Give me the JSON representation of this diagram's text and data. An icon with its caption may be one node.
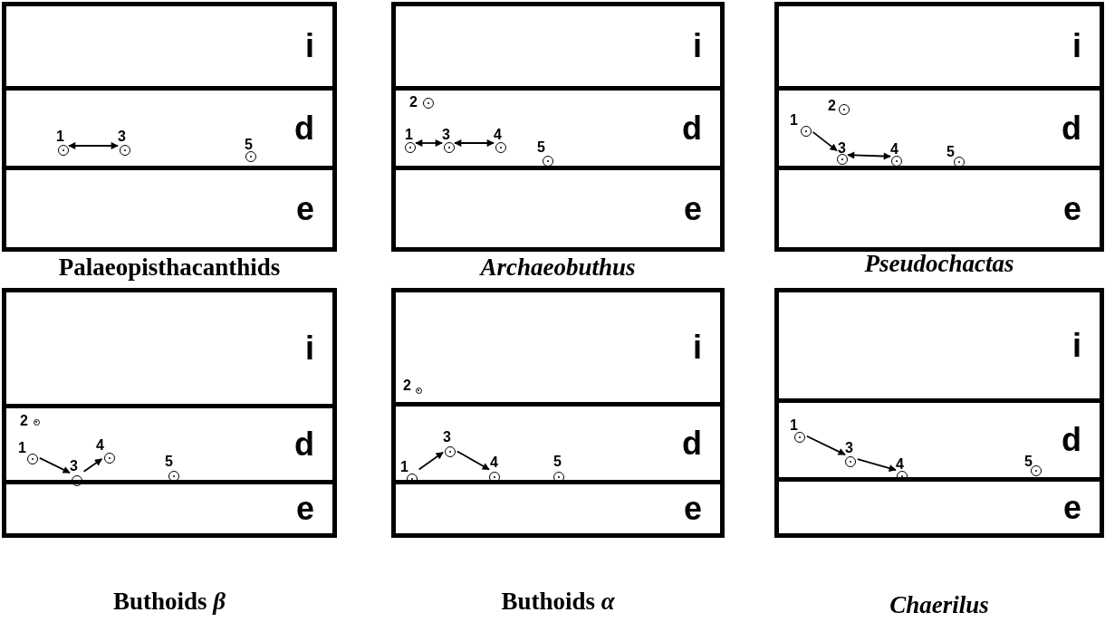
{
  "diagram": {
    "nodes": [
      {
        "text": [
          "Palaeopisthacanthids"
        ]
      },
      {
        "text": [
          "i"
        ],
        "in": 0
      },
      {
        "text": [
          "d"
        ],
        "in": 0
      },
      {
        "text": [
          "e"
        ],
        "in": 0
      },
      {
        "text": [
          "1"
        ],
        "in": 2
      },
      {
        "text": [
          "3"
        ],
        "in": 2
      },
      {
        "text": [
          "5"
        ],
        "in": 2
      },
      {
        "text": [
          "Archaeobuthus"
        ]
      },
      {
        "text": [
          "i"
        ],
        "in": 7
      },
      {
        "text": [
          "d"
        ],
        "in": 7
      },
      {
        "text": [
          "e"
        ],
        "in": 7
      },
      {
        "text": [
          "2"
        ],
        "in": 9
      },
      {
        "text": [
          "1"
        ],
        "in": 9
      },
      {
        "text": [
          "3"
        ],
        "in": 9
      },
      {
        "text": [
          "4"
        ],
        "in": 9
      },
      {
        "text": [
          "5"
        ],
        "in": 9
      },
      {
        "text": [
          "Pseudochactas"
        ]
      },
      {
        "text": [
          "i"
        ],
        "in": 16
      },
      {
        "text": [
          "d"
        ],
        "in": 16
      },
      {
        "text": [
          "e"
        ],
        "in": 16
      },
      {
        "text": [
          "2"
        ],
        "in": 18
      },
      {
        "text": [
          "1"
        ],
        "in": 18
      },
      {
        "text": [
          "3"
        ],
        "in": 18
      },
      {
        "text": [
          "4"
        ],
        "in": 18
      },
      {
        "text": [
          "5"
        ],
        "in": 18
      },
      {
        "text": [
          "Buthoids *β*"
        ]
      },
      {
        "text": [
          "i"
        ],
        "in": 25
      },
      {
        "text": [
          "d"
        ],
        "in": 25
      },
      {
        "text": [
          "e"
        ],
        "in": 25
      },
      {
        "text": [
          "2"
        ],
        "in": 27
      },
      {
        "text": [
          "1"
        ],
        "in": 27
      },
      {
        "text": [
          "3"
        ],
        "in": 27
      },
      {
        "text": [
          "4"
        ],
        "in": 27
      },
      {
        "text": [
          "5"
        ],
        "in": 27
      },
      {
        "text": [
          "Buthoids *α*"
        ]
      },
      {
        "text": [
          "i"
        ],
        "in": 34
      },
      {
        "text": [
          "d"
        ],
        "in": 34
      },
      {
        "text": [
          "e"
        ],
        "in": 34
      },
      {
        "text": [
          "2"
        ],
        "in": 35
      },
      {
        "text": [
          "1"
        ],
        "in": 36
      },
      {
        "text": [
          "3"
        ],
        "in": 36
      },
      {
        "text": [
          "4"
        ],
        "in": 36
      },
      {
        "text": [
          "5"
        ],
        "in": 36
      },
      {
        "text": [
          "Chaerilus"
        ]
      },
      {
        "text": [
          "i"
        ],
        "in": 43
      },
      {
        "text": [
          "d"
        ],
        "in": 43
      },
      {
        "text": [
          "e"
        ],
        "in": 43
      },
      {
        "text": [
          "1"
        ],
        "in": 45
      },
      {
        "text": [
          "3"
        ],
        "in": 45
      },
      {
        "text": [
          "4"
        ],
        "in": 45
      },
      {
        "text": [
          "5"
        ],
        "in": 45
      }
    ],
    "edges": [
      {
        "from": 4,
        "to": 5,
        "arrow": "both"
      },
      {
        "from": 12,
        "to": 13,
        "arrow": "both"
      },
      {
        "from": 13,
        "to": 14,
        "arrow": "both"
      },
      {
        "from": 21,
        "to": 22,
        "arrow": "to"
      },
      {
        "from": 22,
        "to": 23,
        "arrow": "both"
      },
      {
        "from": 30,
        "to": 31,
        "arrow": "to"
      },
      {
        "from": 31,
        "to": 32,
        "arrow": "to"
      },
      {
        "from": 39,
        "to": 40,
        "arrow": "to"
      },
      {
        "from": 40,
        "to": 41,
        "arrow": "to"
      },
      {
        "from": 47,
        "to": 48,
        "arrow": "to"
      },
      {
        "from": 48,
        "to": 49,
        "arrow": "to"
      }
    ]
  }
}
